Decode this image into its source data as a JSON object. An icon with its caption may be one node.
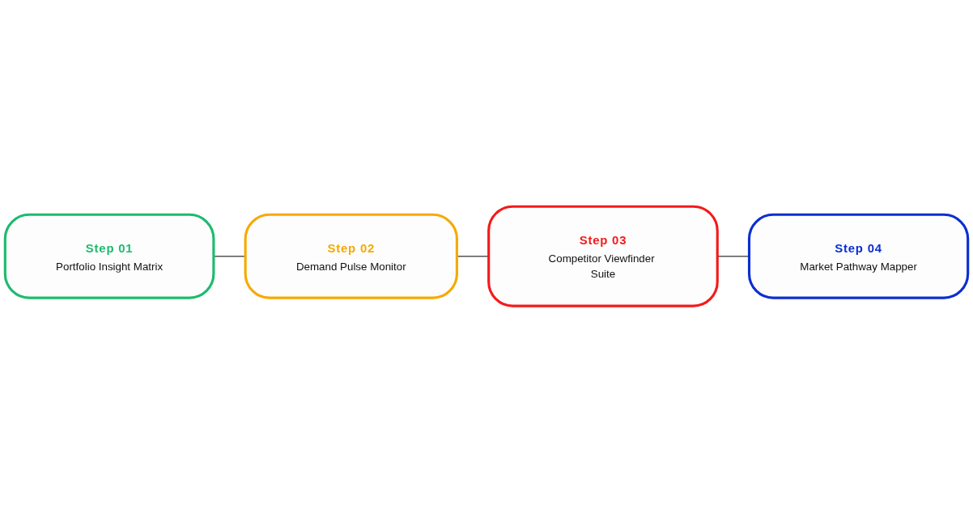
{
  "diagram": {
    "nodes": [
      {
        "text": [
          "Step 01",
          "Portfolio Insight Matrix"
        ]
      },
      {
        "text": [
          "Step 02",
          "Demand Pulse Monitor"
        ]
      },
      {
        "text": [
          "Step 03",
          "Competitor Viewfinder Suite"
        ]
      },
      {
        "text": [
          "Step 04",
          "Market Pathway Mapper"
        ]
      }
    ],
    "edges": [
      {
        "from": 0,
        "to": 1,
        "arrow": "none"
      },
      {
        "from": 1,
        "to": 2,
        "arrow": "none"
      },
      {
        "from": 2,
        "to": 3,
        "arrow": "none"
      }
    ]
  }
}
